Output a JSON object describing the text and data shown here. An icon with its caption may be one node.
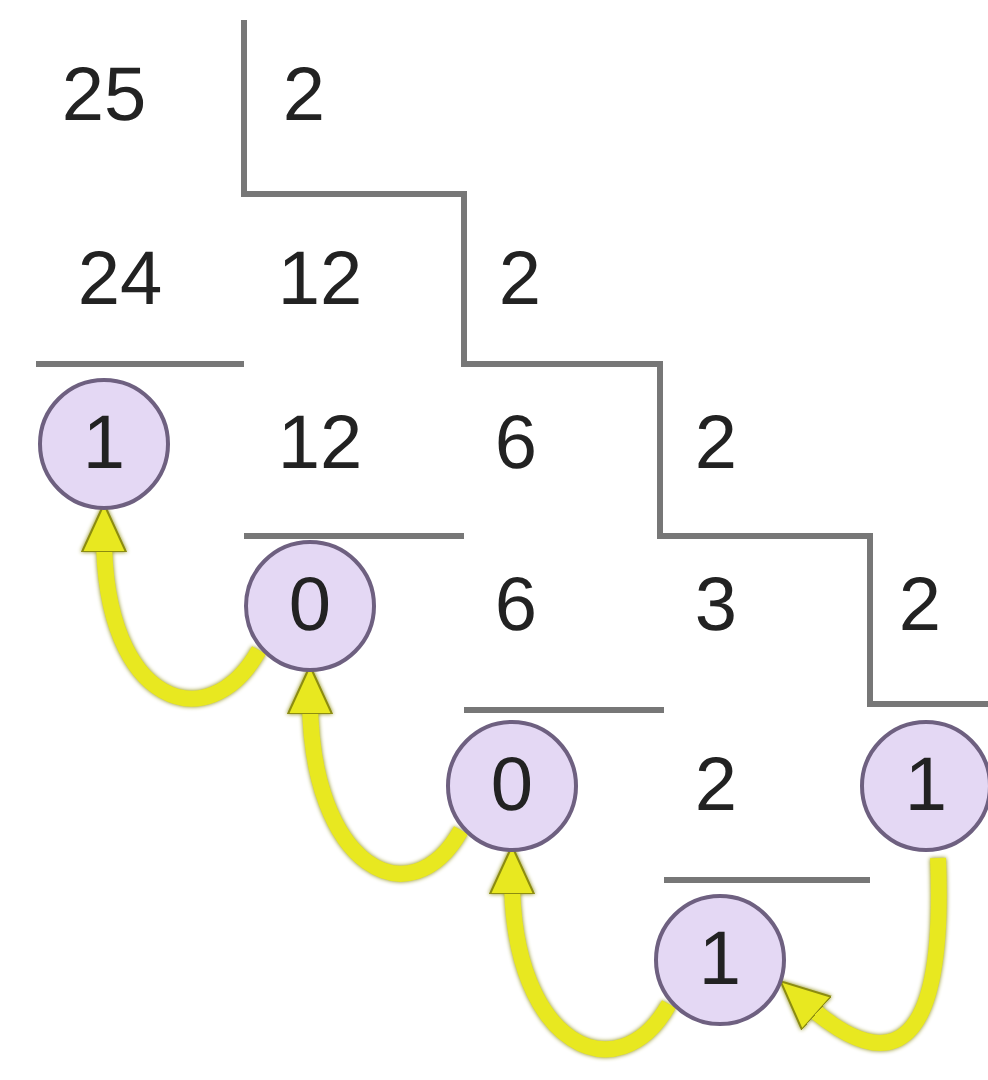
{
  "diagram": {
    "nodes": [
      {
        "text": [
          "1"
        ]
      },
      {
        "text": [
          "0"
        ]
      },
      {
        "text": [
          "0"
        ]
      },
      {
        "text": [
          "1"
        ]
      },
      {
        "text": [
          "1"
        ]
      }
    ],
    "edges": [
      {
        "from": 3,
        "to": 4,
        "arrow": "to"
      },
      {
        "from": 4,
        "to": 2,
        "arrow": "to"
      },
      {
        "from": 2,
        "to": 1,
        "arrow": "to"
      },
      {
        "from": 1,
        "to": 0,
        "arrow": "to"
      }
    ],
    "labels": [
      "25",
      "2",
      "24",
      "12",
      "2",
      "12",
      "6",
      "2",
      "6",
      "3",
      "2",
      "2"
    ]
  }
}
